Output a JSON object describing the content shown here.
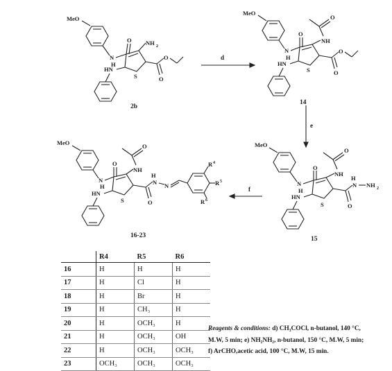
{
  "compounds": {
    "c2b": {
      "label": "2b"
    },
    "c14": {
      "label": "14"
    },
    "c15": {
      "label": "15"
    },
    "c16_23": {
      "label": "16-23"
    }
  },
  "atoms": {
    "meo": "MeO",
    "n": "N",
    "h": "H",
    "hn": "HN",
    "nh": "NH",
    "nh2": "NH",
    "nh2_sub": "2",
    "s": "S",
    "o": "O",
    "r4": "R",
    "r4_sup": "4",
    "r5": "R",
    "r5_sup": "5",
    "r6": "R",
    "r6_sup": "6",
    "hn_chain": "H",
    "n_chain": "N",
    "hydrazide": "N",
    "hydrazide_h": "H",
    "hydrazide_n2": "N"
  },
  "arrows": {
    "d": "d",
    "e": "e",
    "f": "f"
  },
  "table": {
    "headers": [
      "",
      "R4",
      "R5",
      "R6"
    ],
    "rows": [
      [
        "16",
        "H",
        "H",
        "H"
      ],
      [
        "17",
        "H",
        "Cl",
        "H"
      ],
      [
        "18",
        "H",
        "Br",
        "H"
      ],
      [
        "19",
        "H",
        "CH₃",
        "H"
      ],
      [
        "20",
        "H",
        "OCH₃",
        "H"
      ],
      [
        "21",
        "H",
        "OCH₃",
        "OH"
      ],
      [
        "22",
        "H",
        "OCH₃",
        "OCH₃"
      ],
      [
        "23",
        "OCH₃",
        "OCH₃",
        "OCH₃"
      ]
    ]
  },
  "conditions": {
    "lead": "Reagents & conditions:",
    "line1": " d) CH₃COCl, n-butanol, 140 °C,",
    "line2": "M.W, 5 min; e) NH₂NH₂, n-butanol, 150 °C, M.W, 5 min;",
    "line3": "f) ArCHO,acetic acid, 100 °C, M.W, 15 min."
  }
}
